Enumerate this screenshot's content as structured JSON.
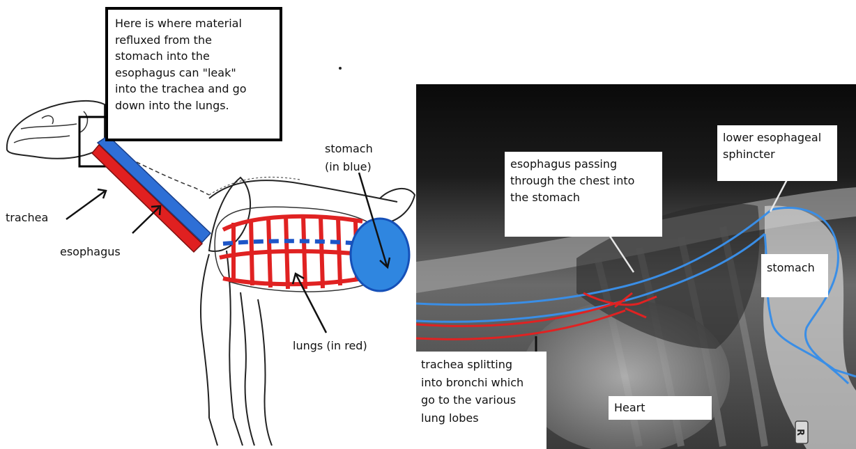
{
  "left_diagram": {
    "callout": "Here is where material\nrefluxed from the\nstomach into the\nesophagus can \"leak\"\ninto the trachea and go\ndown into the lungs.",
    "labels": {
      "trachea": "trachea",
      "esophagus": "esophagus",
      "stomach": "stomach\n(in blue)",
      "lungs": "lungs (in red)"
    },
    "colors": {
      "trachea_blue": "#2e6fd6",
      "esophagus_red": "#e02020",
      "stomach_blue": "#2f86e0",
      "lungs_red": "#e02222"
    }
  },
  "xray": {
    "labels": {
      "esophagus_passing": "esophagus passing\nthrough the chest into\nthe stomach",
      "les": "lower esophageal\nsphincter",
      "stomach": "stomach",
      "trachea_splitting": "trachea splitting\ninto bronchi which\ngo to the various\nlung lobes",
      "heart": "Heart"
    },
    "colors": {
      "esophagus_outline": "#3a8ee6",
      "airway_outline": "#e02222"
    }
  }
}
